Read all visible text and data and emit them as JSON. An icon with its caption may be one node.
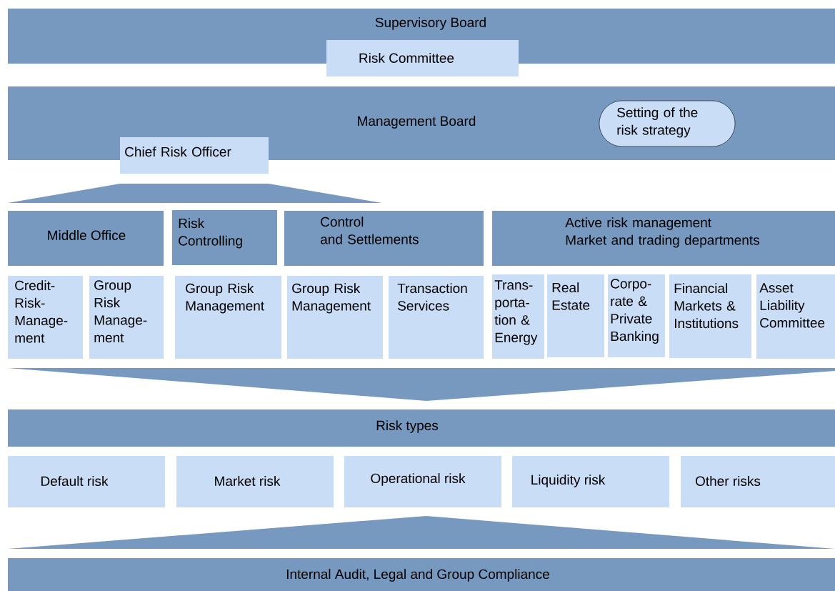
{
  "diagram": {
    "nodes": [
      {
        "text": [
          "Supervisory Board"
        ]
      },
      {
        "text": [
          "Risk Committee"
        ]
      },
      {
        "text": [
          "Management Board"
        ]
      },
      {
        "text": [
          "Setting of the risk strategy"
        ],
        "in": 2
      },
      {
        "text": [
          "Chief Risk Officer"
        ]
      },
      {
        "text": [],
        "shape": "funnel"
      },
      {
        "text": [
          "Middle Office"
        ]
      },
      {
        "text": [
          "Risk Controlling"
        ]
      },
      {
        "text": [
          "Control",
          "and Settlements"
        ]
      },
      {
        "text": [
          "Active risk management",
          "Market and trading departments"
        ]
      },
      {
        "text": [
          "Credit-Risk-Manage-ment"
        ]
      },
      {
        "text": [
          "Group Risk Manage-ment"
        ]
      },
      {
        "text": [
          "Group Risk Management"
        ]
      },
      {
        "text": [
          "Group Risk Management"
        ]
      },
      {
        "text": [
          "Transaction Services"
        ]
      },
      {
        "text": [
          "Trans-porta-tion & Energy"
        ]
      },
      {
        "text": [
          "Real Estate"
        ]
      },
      {
        "text": [
          "Corpo-rate & Private Banking"
        ]
      },
      {
        "text": [
          "Financial Markets & Institutions"
        ]
      },
      {
        "text": [
          "Asset Liability Committee"
        ]
      },
      {
        "text": [],
        "shape": "funnel"
      },
      {
        "text": [
          "Risk types"
        ]
      },
      {
        "text": [
          "Default risk"
        ]
      },
      {
        "text": [
          "Market risk"
        ]
      },
      {
        "text": [
          "Operational risk"
        ]
      },
      {
        "text": [
          "Liquidity risk"
        ]
      },
      {
        "text": [
          "Other risks"
        ]
      },
      {
        "text": [],
        "shape": "funnel"
      },
      {
        "text": [
          "Internal Audit, Legal and Group Compliance"
        ]
      }
    ]
  }
}
